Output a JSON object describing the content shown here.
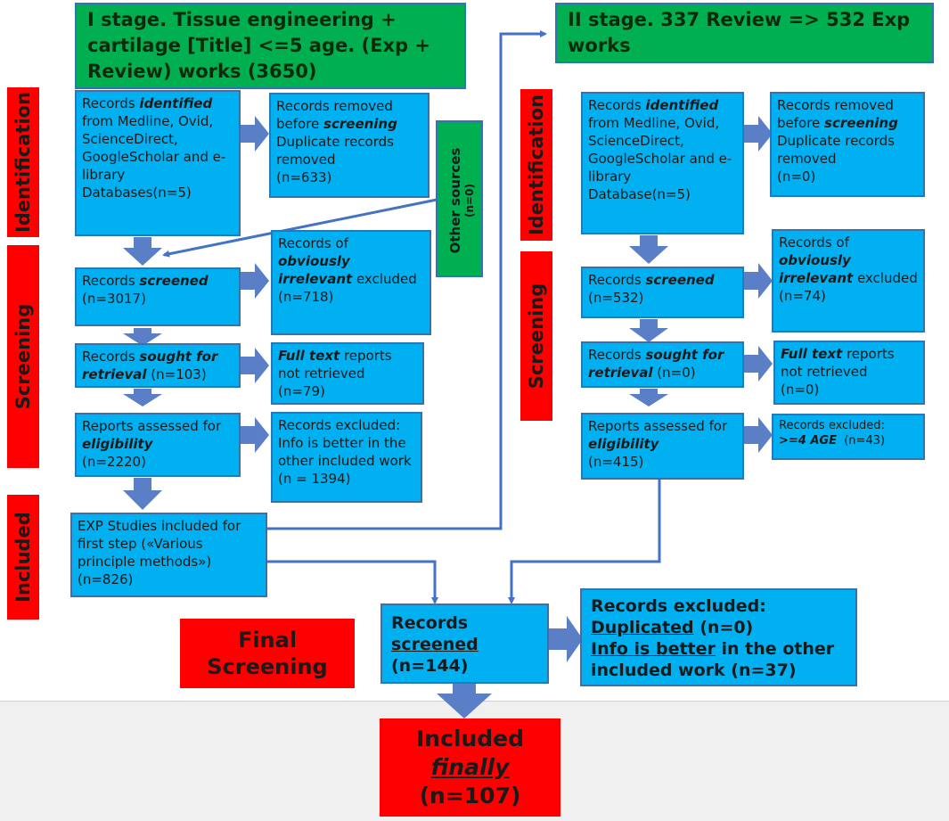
{
  "stage1": {
    "title": "I stage.  Tissue engineering + cartilage [Title] <=5 age.  (Exp + Review) works (3650)",
    "identified": {
      "p1": "Records ",
      "em": "identified",
      "p2": " from Medline, Ovid, ScienceDirect, GoogleScholar and e-library Databases(n=5)"
    },
    "removed": {
      "p1": "Records removed before ",
      "em": "screening",
      "p2": " Duplicate records removed",
      "n": "(n=633)"
    },
    "screened": {
      "p1": "Records ",
      "em": "screened",
      "n": "(n=3017)"
    },
    "irrelevant": {
      "p1": "Records of ",
      "em": "obviously irrelevant",
      "p2": " excluded",
      "n": "(n=718)"
    },
    "sought": {
      "p1": "Records ",
      "em": "sought for retrieval",
      "n": " (n=103)"
    },
    "fulltext": {
      "em": "Full text",
      "p1": " reports not retrieved",
      "n": "(n=79)"
    },
    "assessed": {
      "p1": "Reports assessed for ",
      "em": "eligibility",
      "n": "(n=2220)"
    },
    "excluded": {
      "text": "Records excluded: Info is better in the other included work (n = 1394)"
    },
    "included": {
      "text": "EXP Studies included for first step («Various principle methods»)",
      "n": "(n=826)"
    }
  },
  "stage2": {
    "title": "II stage. 337 Review => 532 Exp works",
    "identified": {
      "p1": "Records ",
      "em": "identified",
      "p2": " from Medline, Ovid, ScienceDirect, GoogleScholar and e-library Database(n=5)"
    },
    "removed": {
      "p1": "Records removed before ",
      "em": "screening",
      "p2": " Duplicate records removed",
      "n": "(n=0)"
    },
    "screened": {
      "p1": "Records ",
      "em": "screened",
      "n": "(n=532)"
    },
    "irrelevant": {
      "p1": "Records of ",
      "em": "obviously irrelevant",
      "p2": " excluded",
      "n": "(n=74)"
    },
    "sought": {
      "p1": "Records ",
      "em": "sought for retrieval",
      "n": " (n=0)"
    },
    "fulltext": {
      "em": "Full text",
      "p1": " reports not retrieved",
      "n": "(n=0)"
    },
    "assessed": {
      "p1": "Reports assessed for ",
      "em": "eligibility",
      "n": "(n=415)"
    },
    "excluded": {
      "p1": "Records excluded:",
      "em": ">=4 AGE",
      "n": "(n=43)"
    }
  },
  "other_sources": {
    "label": "Other sources",
    "n": "(n=0)"
  },
  "phases": {
    "identification": "Identification",
    "screening": "Screening",
    "included": "Included",
    "final_screening_1": "Final",
    "final_screening_2": "Screening"
  },
  "final": {
    "screened_p1": "Records",
    "screened_u": "screened",
    "screened_n": "(n=144)",
    "excluded_head": "Records excluded:",
    "excluded_dup": "Duplicated",
    "excluded_dup_n": " (n=0)",
    "excluded_info": "Info is better",
    "excluded_info_rest": " in the other included work (n=37)",
    "included_1": "Included",
    "included_2": "finally",
    "included_n": "(n=107)"
  },
  "colors": {
    "box": "#00b0f0",
    "border": "#2e75b6",
    "green": "#00b050",
    "red": "#ff0000",
    "arrow": "#4472c4"
  }
}
